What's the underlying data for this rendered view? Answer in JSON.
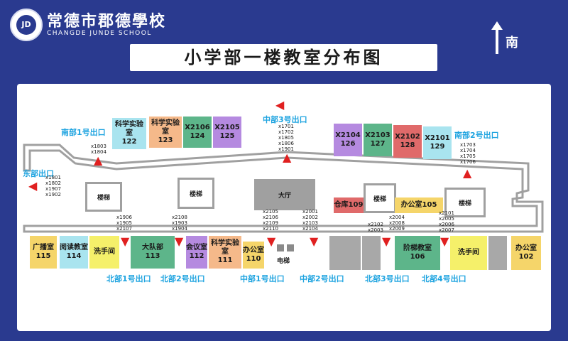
{
  "header": {
    "school_name_cn": "常德市郡德學校",
    "school_name_en": "CHANGDE JUNDE SCHOOL",
    "logo_text": "JD",
    "north_label": "南"
  },
  "title": "小学部一楼教室分布图",
  "rooms_top": [
    {
      "name": "科学实验室",
      "num": "122",
      "color": "#a9e4ef"
    },
    {
      "name": "科学实验室",
      "num": "123",
      "color": "#f5b98a"
    },
    {
      "name": "X2106",
      "num": "124",
      "color": "#5db58a"
    },
    {
      "name": "X2105",
      "num": "125",
      "color": "#b58ae0"
    },
    {
      "name": "X2104",
      "num": "126",
      "color": "#b58ae0"
    },
    {
      "name": "X2103",
      "num": "127",
      "color": "#5db58a"
    },
    {
      "name": "X2102",
      "num": "128",
      "color": "#e06a6a"
    },
    {
      "name": "X2101",
      "num": "129",
      "color": "#a9e4ef"
    }
  ],
  "rooms_bottom": [
    {
      "name": "广播室",
      "num": "115",
      "color": "#f5d56a"
    },
    {
      "name": "阅读教室",
      "num": "114",
      "color": "#a9e4ef"
    },
    {
      "name": "洗手间",
      "num": "",
      "color": "#f5f06a"
    },
    {
      "name": "大队部",
      "num": "113",
      "color": "#5db58a"
    },
    {
      "name": "会议室",
      "num": "112",
      "color": "#b58ae0"
    },
    {
      "name": "科学实验室",
      "num": "111",
      "color": "#f5b98a"
    },
    {
      "name": "办公室",
      "num": "110",
      "color": "#f5d56a"
    },
    {
      "name": "阶梯教室",
      "num": "106",
      "color": "#5db58a"
    },
    {
      "name": "洗手间",
      "num": "",
      "color": "#f5f06a"
    },
    {
      "name": "办公室",
      "num": "102",
      "color": "#f5d56a"
    }
  ],
  "rooms_middle": [
    {
      "name": "仓库109",
      "color": "#e06a6a"
    },
    {
      "name": "办公室105",
      "color": "#f5d56a"
    }
  ],
  "stairs": [
    "楼梯",
    "楼梯",
    "大厅",
    "楼梯",
    "楼梯"
  ],
  "elevator": "电梯",
  "exits": {
    "south1": "南部1号出口",
    "south2": "南部2号出口",
    "mid3": "中部3号出口",
    "east": "东部出口",
    "north1": "北部1号出口",
    "north2": "北部2号出口",
    "mid1": "中部1号出口",
    "mid2": "中部2号出口",
    "north3": "北部3号出口",
    "north4": "北部4号出口"
  },
  "class_groups": {
    "g1": [
      "x1803",
      "x1804"
    ],
    "g2": [
      "x1701",
      "x1702",
      "x1805",
      "x1806",
      "x1901"
    ],
    "g3": [
      "x1703",
      "x1704",
      "x1705",
      "x1706"
    ],
    "g4": [
      "x1801",
      "x1802",
      "x1907",
      "x1902"
    ],
    "g5": [
      "x1906",
      "x1905",
      "x2107"
    ],
    "g6": [
      "x2108",
      "x1903",
      "x1904"
    ],
    "g7": [
      "x2105",
      "x2106",
      "x2109",
      "x2110"
    ],
    "g8": [
      "x2001",
      "x2002",
      "x2103",
      "x2104"
    ],
    "g9": [
      "x2102",
      "x2003"
    ],
    "g10": [
      "x2004",
      "x2008",
      "x2009"
    ],
    "g11": [
      "x2101",
      "x2005",
      "x2006",
      "x2007"
    ]
  },
  "colors": {
    "background": "#2a3a8f",
    "arrow_red": "#e02020",
    "exit_blue": "#1fa4e0",
    "corridor_gray": "#a0a0a0"
  }
}
